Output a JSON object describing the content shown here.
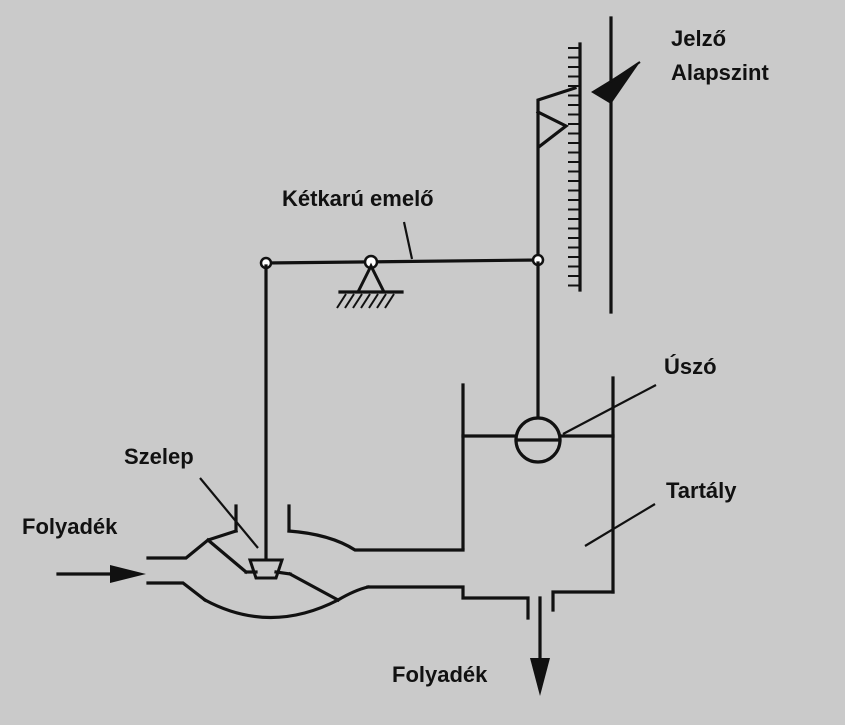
{
  "labels": {
    "jelzo": "Jelző",
    "alapszint": "Alapszint",
    "emelo": "Kétkarú emelő",
    "uszo": "Úszó",
    "szelep": "Szelep",
    "tartaly": "Tartály",
    "inlet": "Folyadék",
    "outlet": "Folyadék"
  }
}
